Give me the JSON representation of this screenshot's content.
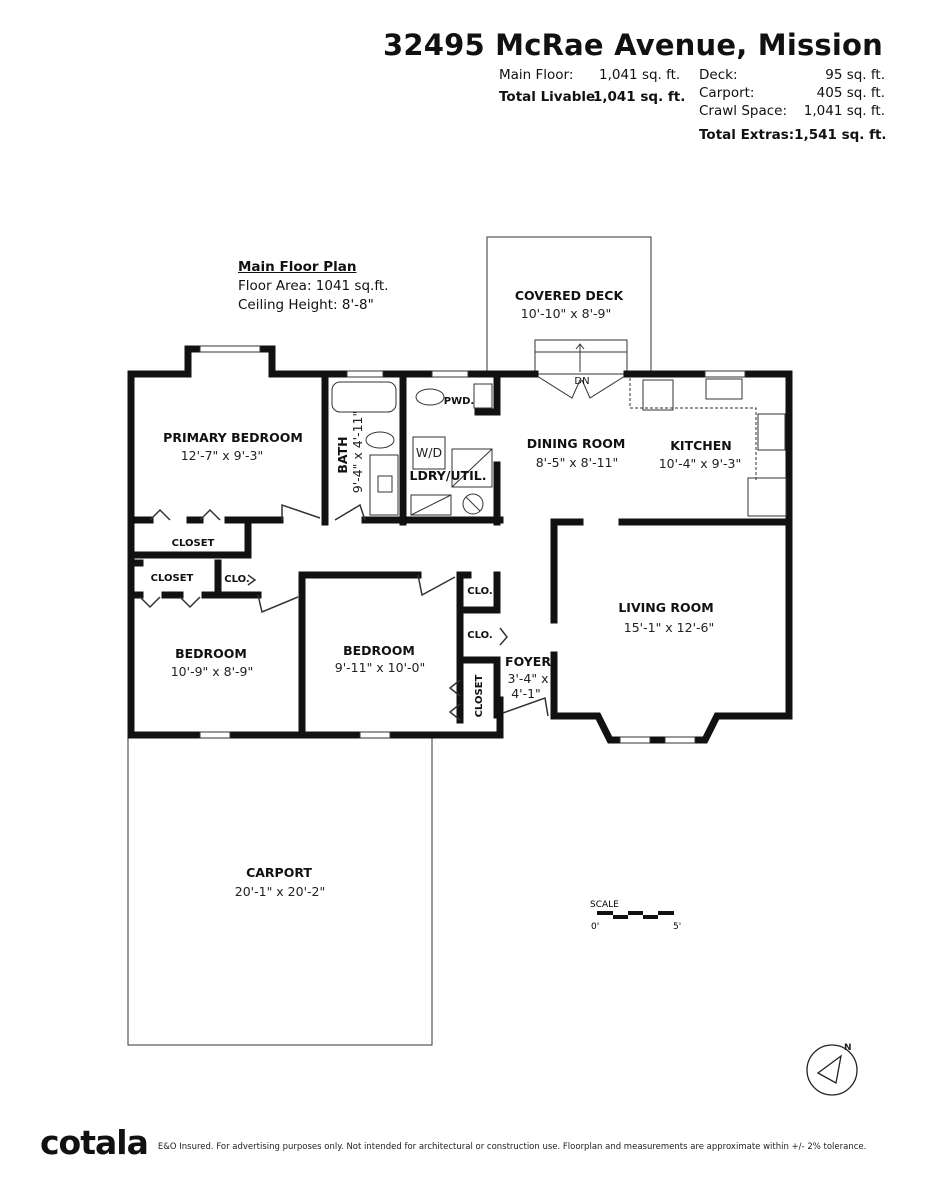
{
  "header": {
    "title": "32495 McRae Avenue, Mission",
    "livable": [
      {
        "label": "Main Floor:",
        "value": "1,041 sq. ft."
      },
      {
        "label": "Total Livable:",
        "value": "1,041 sq. ft.",
        "bold": true
      }
    ],
    "extras": [
      {
        "label": "Deck:",
        "value": "95 sq. ft."
      },
      {
        "label": "Carport:",
        "value": "405 sq. ft."
      },
      {
        "label": "Crawl Space:",
        "value": "1,041 sq. ft."
      },
      {
        "label": "Total Extras:",
        "value": "1,541 sq. ft.",
        "bold": true
      }
    ]
  },
  "plan": {
    "title": "Main Floor Plan",
    "floor_area": "Floor Area: 1041 sq.ft.",
    "ceiling_height": "Ceiling Height: 8'-8\""
  },
  "rooms": {
    "covered_deck": {
      "name": "COVERED DECK",
      "dims": "10'-10\" x 8'-9\""
    },
    "primary_bedroom": {
      "name": "PRIMARY BEDROOM",
      "dims": "12'-7\" x 9'-3\""
    },
    "bath": {
      "name": "BATH",
      "dims": "9'-4\" x 4'-11\""
    },
    "pwd": {
      "name": "PWD."
    },
    "wd": {
      "name": "W/D"
    },
    "laundry": {
      "name": "LDRY/UTIL."
    },
    "dining_room": {
      "name": "DINING ROOM",
      "dims": "8'-5\" x 8'-11\""
    },
    "kitchen": {
      "name": "KITCHEN",
      "dims": "10'-4\" x 9'-3\""
    },
    "closet_primary": {
      "name": "CLOSET"
    },
    "closet_bedroom": {
      "name": "CLOSET"
    },
    "clo_1": {
      "name": "CLO."
    },
    "clo_2": {
      "name": "CLO."
    },
    "clo_3": {
      "name": "CLO."
    },
    "closet_hall": {
      "name": "CLOSET"
    },
    "bedroom_1": {
      "name": "BEDROOM",
      "dims": "10'-9\" x 8'-9\""
    },
    "bedroom_2": {
      "name": "BEDROOM",
      "dims": "9'-11\" x 10'-0\""
    },
    "living_room": {
      "name": "LIVING ROOM",
      "dims": "15'-1\" x 12'-6\""
    },
    "foyer": {
      "name": "FOYER",
      "dims_1": "3'-4\" x",
      "dims_2": "4'-1\""
    },
    "carport": {
      "name": "CARPORT",
      "dims": "20'-1\" x 20'-2\""
    },
    "stairs": {
      "label": "DN"
    }
  },
  "scale": {
    "label": "SCALE",
    "start": "0'",
    "end": "5'"
  },
  "compass": {
    "label": "N"
  },
  "footer": {
    "logo": "cotala",
    "disclaimer": "E&O Insured. For advertising purposes only. Not intended for architectural or construction use. Floorplan and measurements are approximate within +/- 2% tolerance."
  }
}
